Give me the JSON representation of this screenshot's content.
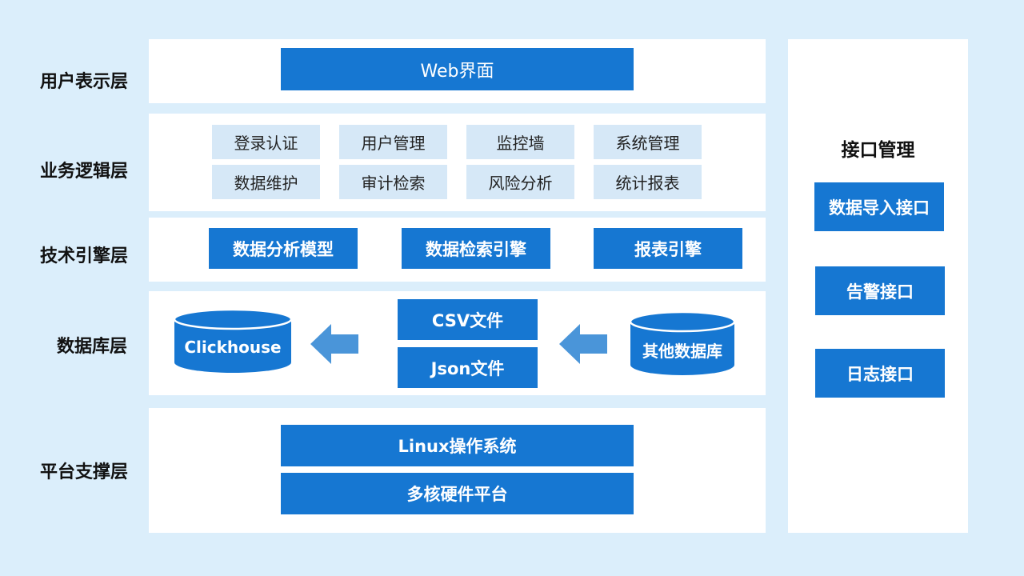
{
  "layers": [
    {
      "label": "用户表示层"
    },
    {
      "label": "业务逻辑层"
    },
    {
      "label": "技术引擎层"
    },
    {
      "label": "数据库层"
    },
    {
      "label": "平台支撑层"
    }
  ],
  "presentation": {
    "web": "Web界面"
  },
  "business": {
    "modules": [
      "登录认证",
      "用户管理",
      "监控墙",
      "系统管理",
      "数据维护",
      "审计检索",
      "风险分析",
      "统计报表"
    ]
  },
  "engine": {
    "boxes": [
      "数据分析模型",
      "数据检索引擎",
      "报表引擎"
    ]
  },
  "database": {
    "target": "Clickhouse",
    "files": [
      "CSV文件",
      "Json文件"
    ],
    "source": "其他数据库"
  },
  "platform": {
    "os": "Linux操作系统",
    "hardware": "多核硬件平台"
  },
  "interfaces": {
    "title": "接口管理",
    "items": [
      "数据导入接口",
      "告警接口",
      "日志接口"
    ]
  },
  "colors": {
    "background": "#dbeefb",
    "primary_blue": "#1677d2",
    "light_blue": "#d6e8f7",
    "arrow_blue": "#4a95d9"
  }
}
